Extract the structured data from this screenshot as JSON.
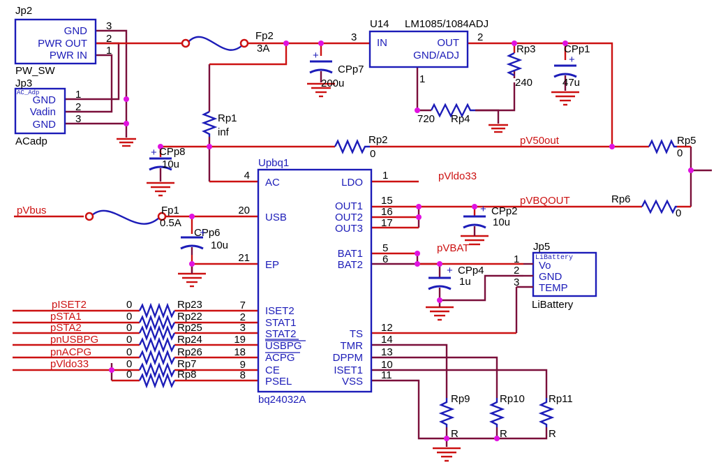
{
  "colors": {
    "wire_red": "#cc1111",
    "wire_dark": "#7a0f3a",
    "symbol_blue": "#1c1cb8",
    "junction": "#e012e0",
    "text": "#000000"
  },
  "jp2": {
    "ref": "Jp2",
    "pins": [
      "GND",
      "PWR OUT",
      "PWR IN"
    ],
    "numbers": [
      "3",
      "2",
      "1"
    ],
    "value": "PW_SW"
  },
  "jp3": {
    "ref": "Jp3",
    "subtitle": "AC_Adp",
    "pins": [
      "GND",
      "Vadin",
      "GND"
    ],
    "numbers": [
      "1",
      "2",
      "3"
    ],
    "value": "ACadp"
  },
  "fp2": {
    "ref": "Fp2",
    "value": "3A"
  },
  "fp1": {
    "ref": "Fp1",
    "value": "0.5A"
  },
  "u14": {
    "ref": "U14",
    "value": "LM1085/1084ADJ",
    "pin_in": "IN",
    "pin_out": "OUT",
    "pin_adj": "GND/ADJ",
    "num_in": "3",
    "num_out": "2",
    "num_adj": "1"
  },
  "cpp7": {
    "ref": "CPp7",
    "value": "200u"
  },
  "cpp1": {
    "ref": "CPp1",
    "value": "47u"
  },
  "rp3": {
    "ref": "Rp3",
    "value": "240"
  },
  "rp4": {
    "ref": "Rp4",
    "value": "720"
  },
  "rp1": {
    "ref": "Rp1",
    "value": "inf"
  },
  "rp2": {
    "ref": "Rp2",
    "value": "0"
  },
  "cpp8": {
    "ref": "CPp8",
    "value": "10u"
  },
  "rp5": {
    "ref": "Rp5",
    "value": "0"
  },
  "rp6": {
    "ref": "Rp6",
    "value": "0"
  },
  "cpp6": {
    "ref": "CPp6",
    "value": "10u"
  },
  "cpp2": {
    "ref": "CPp2",
    "value": "10u"
  },
  "cpp4": {
    "ref": "CPp4",
    "value": "1u"
  },
  "jp5": {
    "ref": "Jp5",
    "subtitle": "LiBattery",
    "pins": [
      "Vo",
      "GND",
      "TEMP"
    ],
    "numbers": [
      "1",
      "2",
      "3"
    ],
    "value": "LiBattery"
  },
  "nets": {
    "vbus": "pVbus",
    "v50out": "pV50out",
    "vldo33": "pVldo33",
    "vbqout": "pVBQOUT",
    "vbat": "pVBAT"
  },
  "upbq1": {
    "ref": "Upbq1",
    "value": "bq24032A",
    "left_pins": [
      {
        "name": "AC",
        "num": "4"
      },
      {
        "name": "USB",
        "num": "20"
      },
      {
        "name": "EP",
        "num": "21"
      },
      {
        "name": "ISET2",
        "num": "7"
      },
      {
        "name": "STAT1",
        "num": "2"
      },
      {
        "name": "STAT2",
        "num": "3"
      },
      {
        "name": "USBPG",
        "num": "19"
      },
      {
        "name": "ACPG",
        "num": "18"
      },
      {
        "name": "CE",
        "num": "9"
      },
      {
        "name": "PSEL",
        "num": "8"
      }
    ],
    "right_pins": [
      {
        "name": "LDO",
        "num": "1"
      },
      {
        "name": "OUT1",
        "num": "15"
      },
      {
        "name": "OUT2",
        "num": "16"
      },
      {
        "name": "OUT3",
        "num": "17"
      },
      {
        "name": "BAT1",
        "num": "5"
      },
      {
        "name": "BAT2",
        "num": "6"
      },
      {
        "name": "TS",
        "num": "12"
      },
      {
        "name": "TMR",
        "num": "14"
      },
      {
        "name": "DPPM",
        "num": "13"
      },
      {
        "name": "ISET1",
        "num": "10"
      },
      {
        "name": "VSS",
        "num": "11"
      }
    ]
  },
  "left_resistors": [
    {
      "net": "pISET2",
      "value": "0",
      "ref": "Rp23"
    },
    {
      "net": "pSTA1",
      "value": "0",
      "ref": "Rp22"
    },
    {
      "net": "pSTA2",
      "value": "0",
      "ref": "Rp25"
    },
    {
      "net": "pnUSBPG",
      "value": "0",
      "ref": "Rp24"
    },
    {
      "net": "pnACPG",
      "value": "0",
      "ref": "Rp26"
    },
    {
      "net": "pVldo33",
      "value": "0",
      "ref": "Rp7"
    },
    {
      "value": "0",
      "ref": "Rp8"
    }
  ],
  "bottom_resistors": [
    {
      "ref": "Rp9",
      "value": "R"
    },
    {
      "ref": "Rp10",
      "value": "R"
    },
    {
      "ref": "Rp11",
      "value": "R"
    }
  ]
}
